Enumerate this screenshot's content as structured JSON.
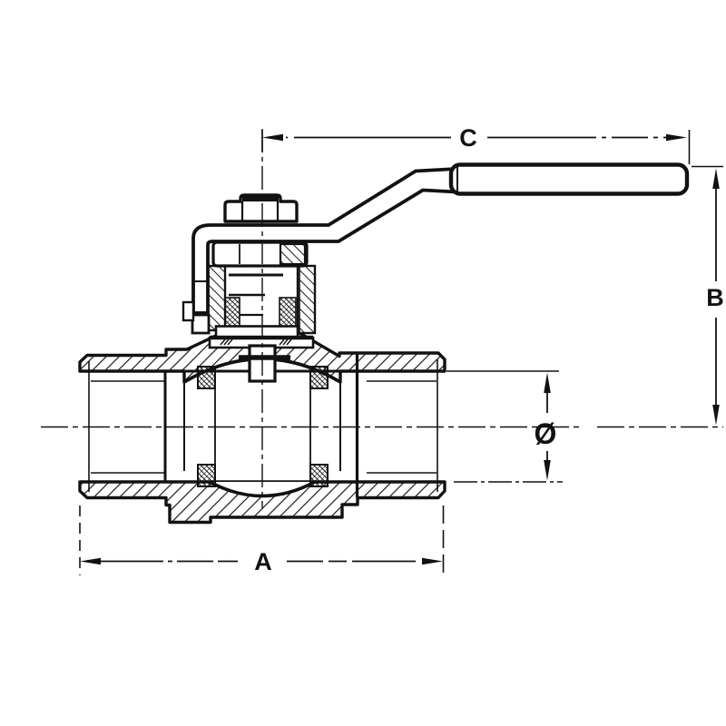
{
  "drawing": {
    "type": "technical-cross-section",
    "subject": "ball valve with lever handle",
    "labels": {
      "overall_length": "A",
      "height": "B",
      "handle_length": "C",
      "bore_diameter": "Ø"
    },
    "colors": {
      "ink": "#121212",
      "background": "#ffffff"
    }
  }
}
